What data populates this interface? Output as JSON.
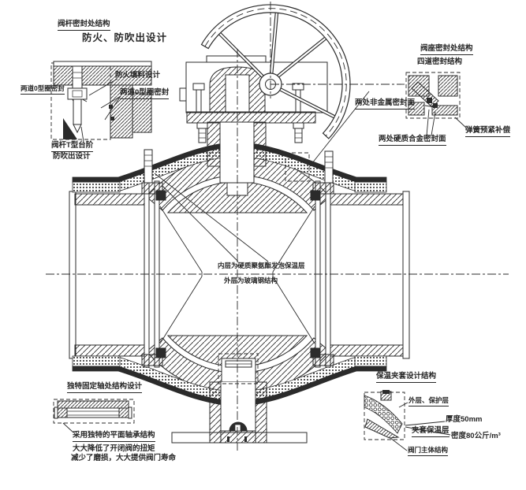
{
  "figure": {
    "description": "全焊接保温球阀结构图 (fully-welded insulated ball valve cross-section drawing)",
    "ink_color": "#262626",
    "background": "#ffffff"
  },
  "callouts": {
    "stem_seal": {
      "title": "阀杆密封处结构",
      "subtitle": "防火、防吹出设计",
      "orings_left": "两道0型圈密封",
      "fire_packing": "防火填料设计",
      "orings_right": "两道0型圈密封",
      "t_step_line1": "阀杆T型台阶",
      "t_step_line2": "防吹出设计"
    },
    "seat_seal": {
      "title": "阀座密封处结构",
      "subtitle": "四道密封结构",
      "nonmetal_faces": "两处非金属密封面",
      "carbide_faces": "两处硬质合金密封面",
      "spring_compensation": "弹簧预紧补偿"
    },
    "insulation_center": {
      "line1": "内层为硬质聚氨酯发泡保温层",
      "line2": "外层为玻璃钢结构"
    },
    "axle": {
      "title": "独特固定轴处结构设计",
      "bearing_note": "采用独特的平面轴承结构",
      "torque_note": "大大降低了开闭阀的扭矩",
      "wear_note": "减少了磨损，大大提供阀门寿命"
    },
    "jacket": {
      "title": "保温夹套设计结构",
      "outer_protect": "外层、保护层",
      "thickness": "厚度50mm",
      "jacket_layer": "夹套保温层",
      "density": "密度80公斤/m³",
      "valve_body": "阀门主体结构"
    }
  }
}
